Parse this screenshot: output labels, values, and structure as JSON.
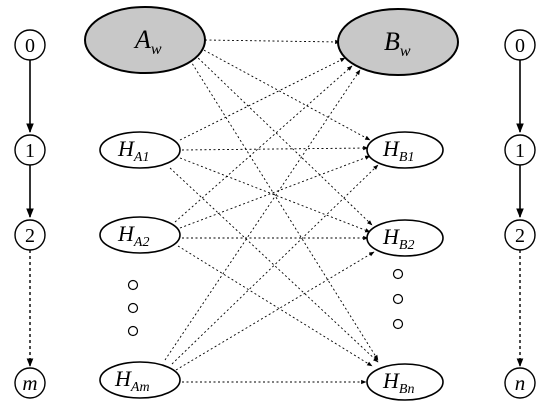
{
  "nodes": {
    "A_w": {
      "main": "A",
      "sub": "w"
    },
    "B_w": {
      "main": "B",
      "sub": "w"
    },
    "H_A1": {
      "main": "H",
      "sub": "A1"
    },
    "H_A2": {
      "main": "H",
      "sub": "A2"
    },
    "H_Am": {
      "main": "H",
      "sub": "Am"
    },
    "H_B1": {
      "main": "H",
      "sub": "B1"
    },
    "H_B2": {
      "main": "H",
      "sub": "B2"
    },
    "H_Bn": {
      "main": "H",
      "sub": "Bn"
    }
  },
  "left_chain": [
    "0",
    "1",
    "2",
    "m"
  ],
  "right_chain": [
    "0",
    "1",
    "2",
    "n"
  ],
  "colors": {
    "weight_node_fill": "#c8c8c8",
    "hidden_node_fill": "#ffffff",
    "stroke": "#000000"
  }
}
